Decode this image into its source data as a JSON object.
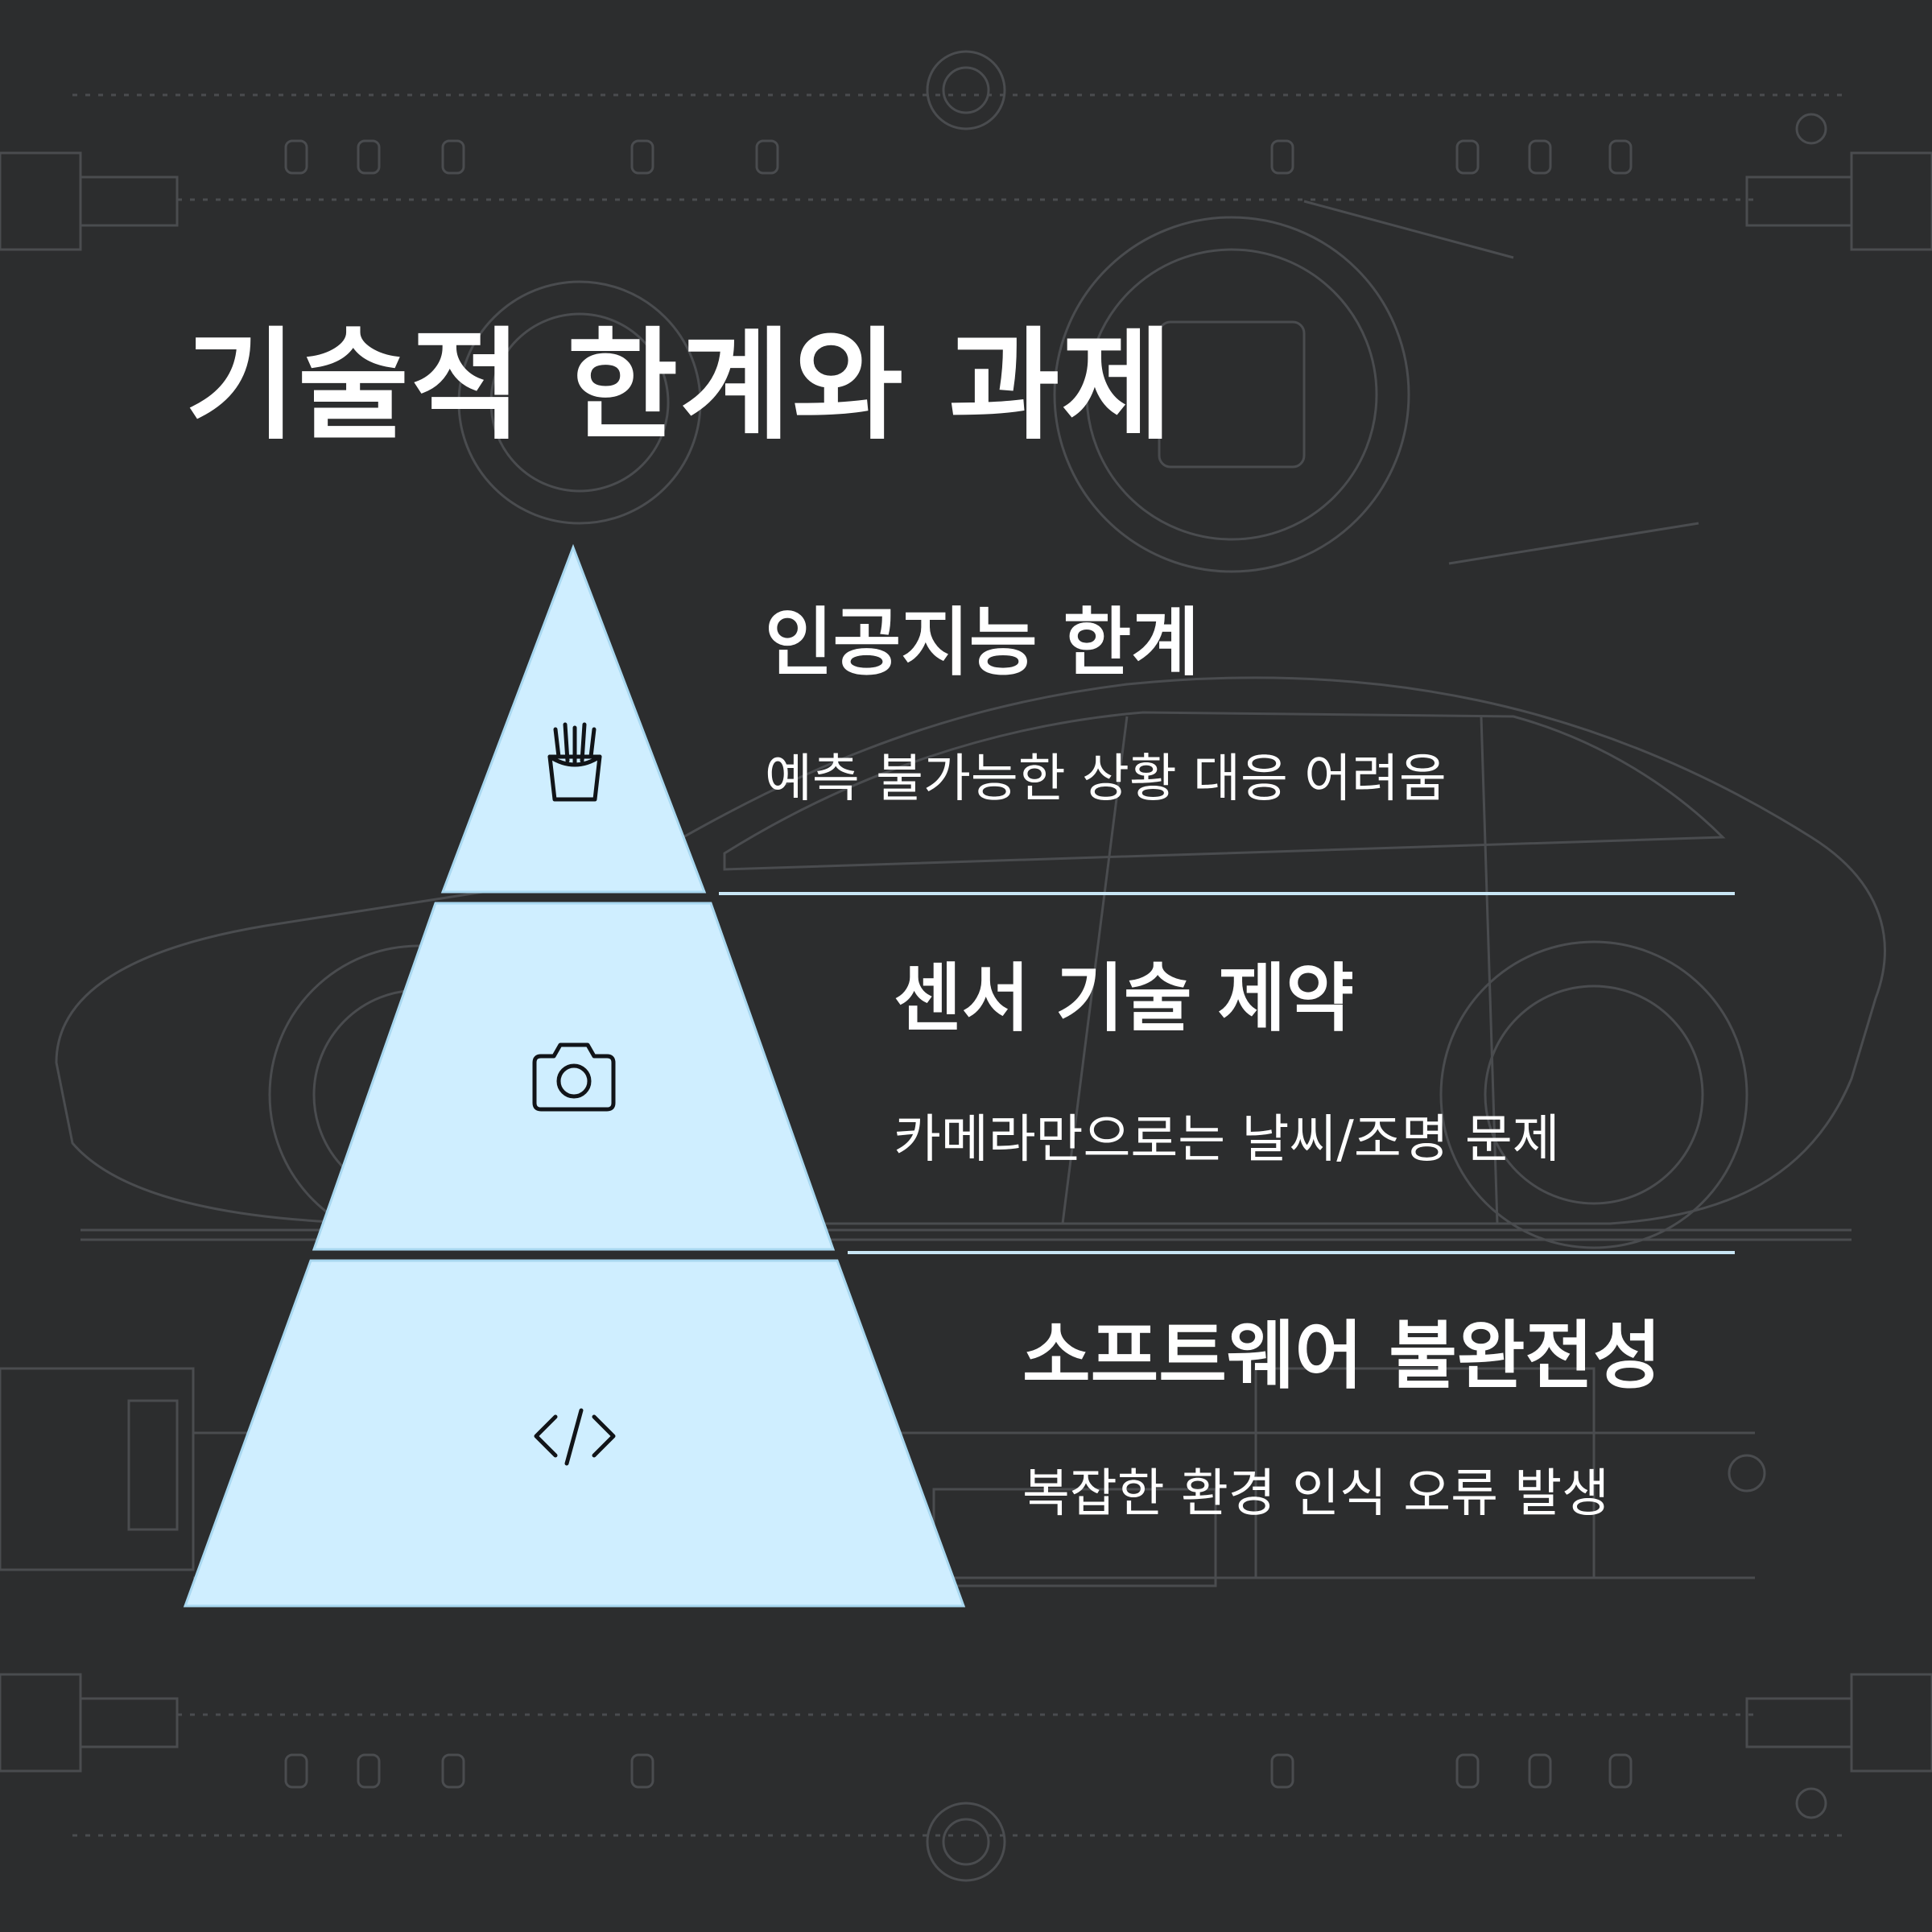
{
  "page": {
    "title": "기술적 한계와 과제",
    "background_color": "#2c2d2e",
    "accent_color": "#cfeeff",
    "divider_color": "#c9e6f5"
  },
  "tiers": [
    {
      "icon": "french-fries-icon",
      "title": "인공지능 한계",
      "description": "예측 불가능한 상황 대응 어려움"
    },
    {
      "icon": "camera-icon",
      "title": "센서 기술 제약",
      "description": "카메라만으로는 날씨/조명 문제"
    },
    {
      "icon": "code-icon",
      "title": "소프트웨어 불완전성",
      "description": "복잡한 환경 인식 오류 발생"
    }
  ]
}
